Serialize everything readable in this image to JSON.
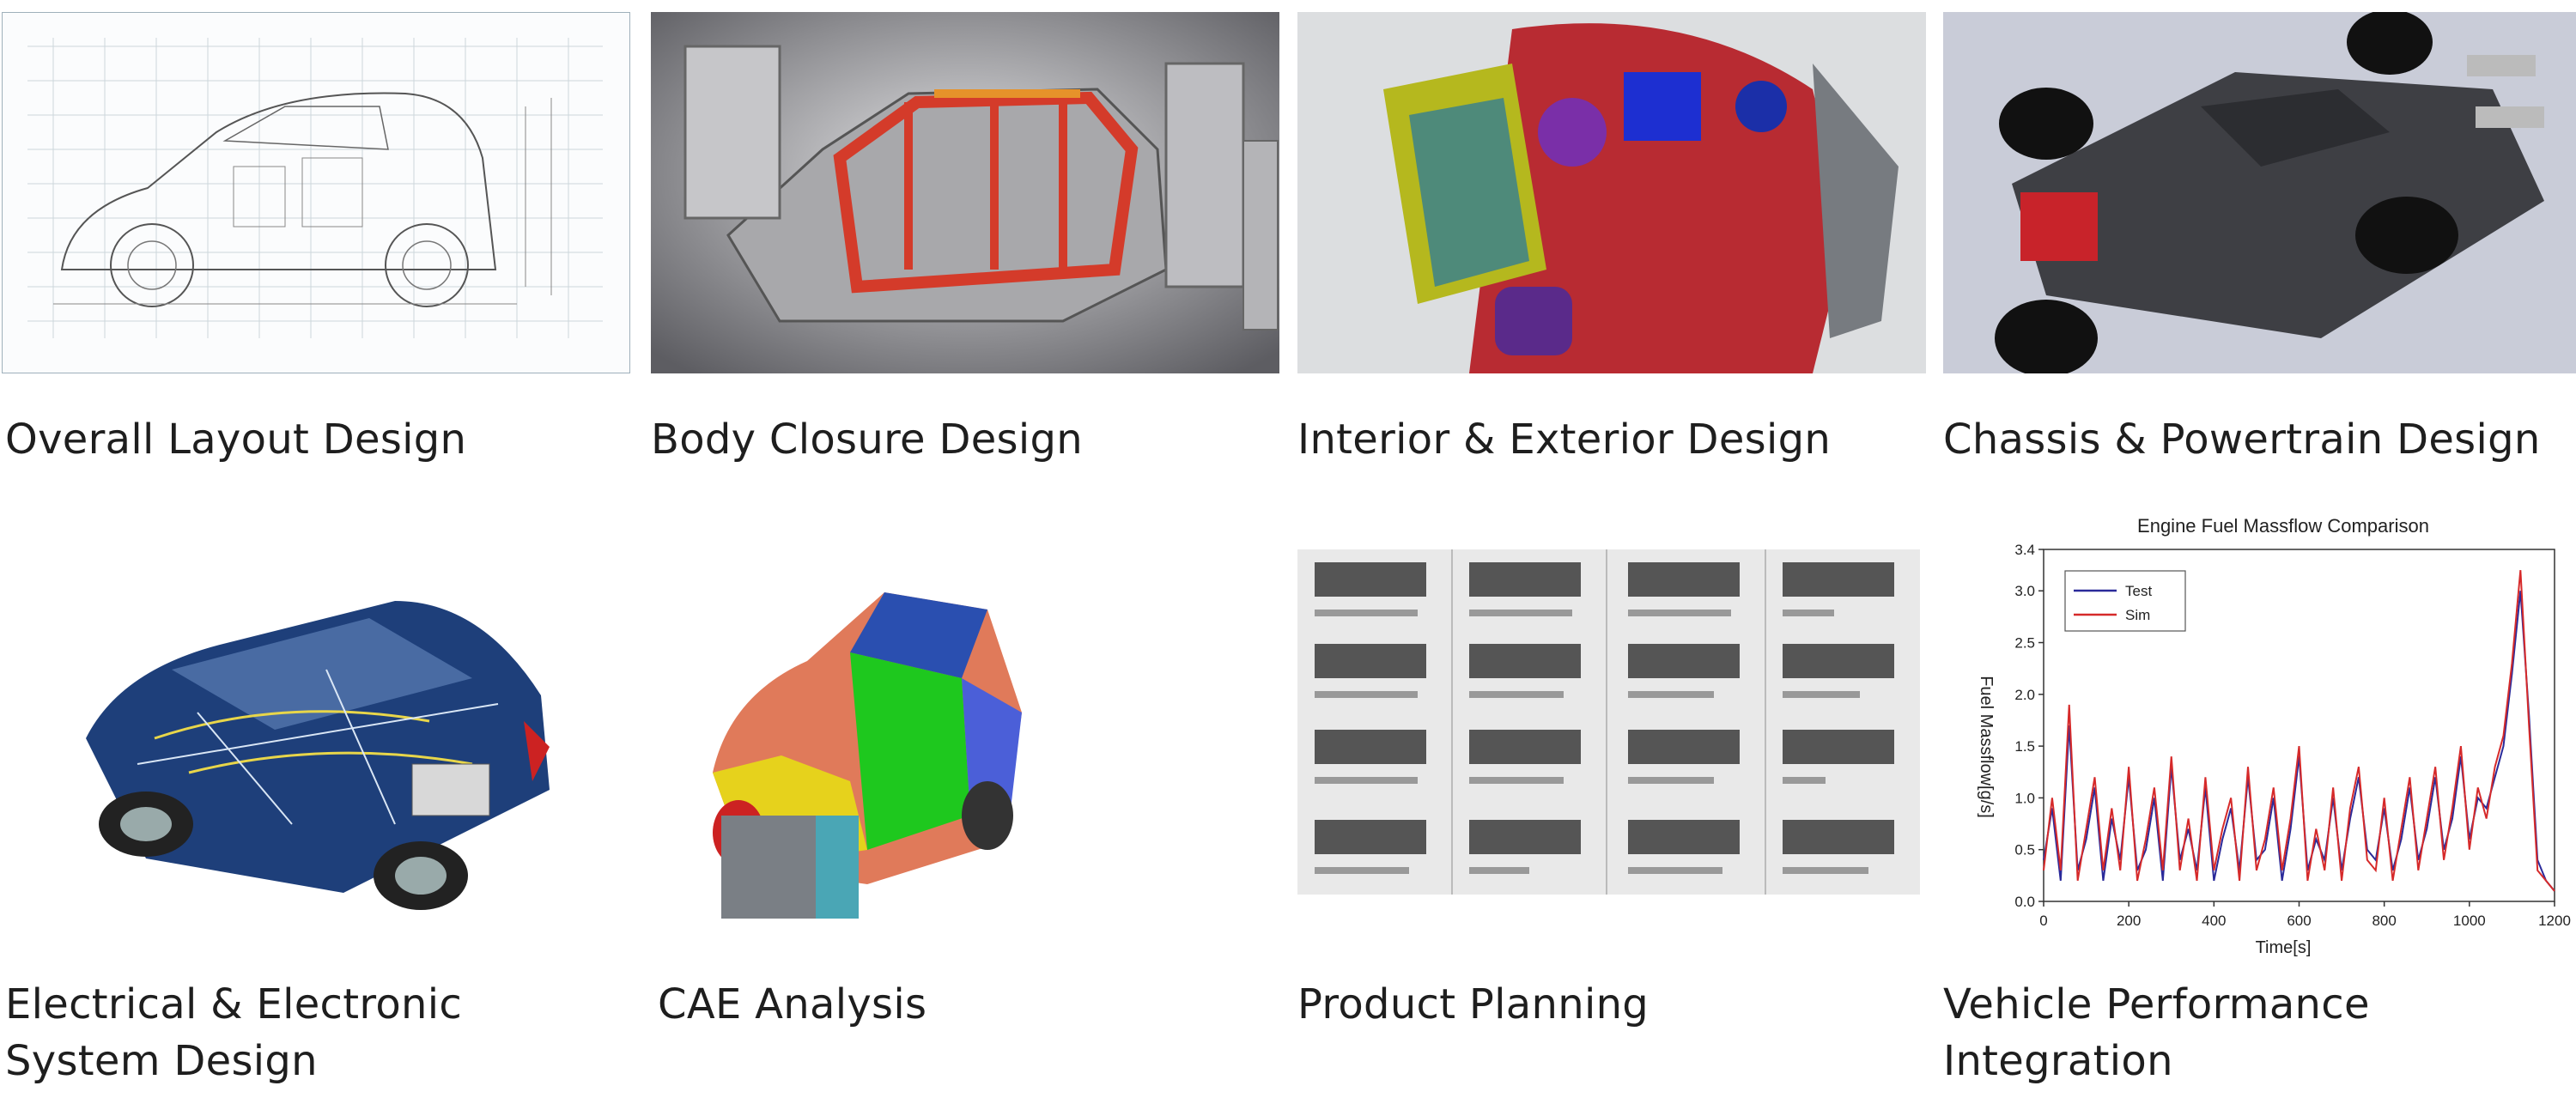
{
  "cards": [
    {
      "caption": "Overall Layout Design"
    },
    {
      "caption": "Body Closure Design"
    },
    {
      "caption": "Interior & Exterior Design"
    },
    {
      "caption": "Chassis & Powertrain Design"
    },
    {
      "caption_line1": "Electrical & Electronic",
      "caption_line2": "System Design"
    },
    {
      "caption": "CAE Analysis"
    },
    {
      "caption": "Product Planning"
    },
    {
      "caption_line1": "Vehicle Performance",
      "caption_line2": "Integration"
    }
  ],
  "chart_data": {
    "type": "line",
    "title": "Engine Fuel Massflow Comparison",
    "xlabel": "Time[s]",
    "ylabel": "Fuel Massflow[g/s]",
    "xlim": [
      0,
      1200
    ],
    "ylim": [
      0,
      3.4
    ],
    "xticks": [
      "0",
      "200",
      "400",
      "600",
      "800",
      "1000",
      "1200"
    ],
    "yticks": [
      "0.0",
      "0.5",
      "1.0",
      "1.5",
      "2.0",
      "2.5",
      "3.0",
      "3.4"
    ],
    "legend_position": "top-left",
    "grid": false,
    "series": [
      {
        "name": "Test",
        "color": "#2a2a9a",
        "x": [
          0,
          20,
          40,
          60,
          80,
          100,
          120,
          140,
          160,
          180,
          200,
          220,
          240,
          260,
          280,
          300,
          320,
          340,
          360,
          380,
          400,
          420,
          440,
          460,
          480,
          500,
          520,
          540,
          560,
          580,
          600,
          620,
          640,
          660,
          680,
          700,
          720,
          740,
          760,
          780,
          800,
          820,
          840,
          860,
          880,
          900,
          920,
          940,
          960,
          980,
          1000,
          1020,
          1040,
          1060,
          1080,
          1100,
          1120,
          1140,
          1160,
          1180,
          1200
        ],
        "values": [
          0.4,
          0.9,
          0.2,
          1.7,
          0.3,
          0.6,
          1.1,
          0.2,
          0.8,
          0.4,
          1.2,
          0.3,
          0.5,
          1.0,
          0.2,
          1.3,
          0.4,
          0.7,
          0.3,
          1.1,
          0.2,
          0.6,
          0.9,
          0.3,
          1.2,
          0.4,
          0.5,
          1.0,
          0.2,
          0.7,
          1.4,
          0.3,
          0.6,
          0.4,
          1.0,
          0.3,
          0.8,
          1.2,
          0.5,
          0.4,
          0.9,
          0.3,
          0.6,
          1.1,
          0.4,
          0.7,
          1.2,
          0.5,
          0.8,
          1.4,
          0.6,
          1.0,
          0.9,
          1.2,
          1.5,
          2.2,
          3.0,
          1.8,
          0.4,
          0.2,
          0.1
        ]
      },
      {
        "name": "Sim",
        "color": "#d62a2a",
        "x": [
          0,
          20,
          40,
          60,
          80,
          100,
          120,
          140,
          160,
          180,
          200,
          220,
          240,
          260,
          280,
          300,
          320,
          340,
          360,
          380,
          400,
          420,
          440,
          460,
          480,
          500,
          520,
          540,
          560,
          580,
          600,
          620,
          640,
          660,
          680,
          700,
          720,
          740,
          760,
          780,
          800,
          820,
          840,
          860,
          880,
          900,
          920,
          940,
          960,
          980,
          1000,
          1020,
          1040,
          1060,
          1080,
          1100,
          1120,
          1140,
          1160,
          1180,
          1200
        ],
        "values": [
          0.3,
          1.0,
          0.3,
          1.9,
          0.2,
          0.7,
          1.2,
          0.3,
          0.9,
          0.3,
          1.3,
          0.2,
          0.6,
          1.1,
          0.3,
          1.4,
          0.3,
          0.8,
          0.2,
          1.2,
          0.3,
          0.7,
          1.0,
          0.2,
          1.3,
          0.3,
          0.6,
          1.1,
          0.3,
          0.8,
          1.5,
          0.2,
          0.7,
          0.3,
          1.1,
          0.2,
          0.9,
          1.3,
          0.4,
          0.3,
          1.0,
          0.2,
          0.7,
          1.2,
          0.3,
          0.8,
          1.3,
          0.4,
          0.9,
          1.5,
          0.5,
          1.1,
          0.8,
          1.3,
          1.6,
          2.3,
          3.2,
          1.7,
          0.3,
          0.2,
          0.1
        ]
      }
    ]
  }
}
